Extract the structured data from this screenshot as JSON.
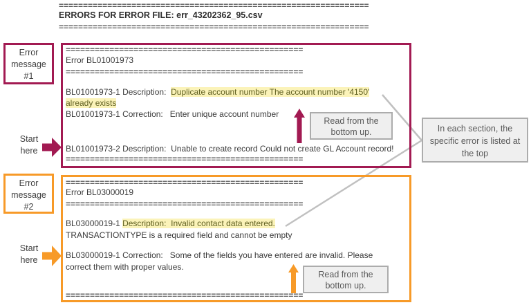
{
  "colors": {
    "maroon": "#A21A52",
    "orange": "#F79A28",
    "highlight": "#FBF3B9",
    "highlight_text": "#5E5E20",
    "text": "#3A3A3A",
    "separator_text": "#5A5A5A",
    "note_fill": "#EFEFEF",
    "note_border": "#ACACAC",
    "note_text": "#595959",
    "connector": "#C0C0C0",
    "label_text": "#404040"
  },
  "separators": {
    "header": "================================================================",
    "section": "================================================="
  },
  "header": {
    "title": "ERRORS FOR ERROR FILE: err_43202362_95.csv"
  },
  "box1": {
    "title": "Error BL01001973",
    "desc1_prefix": "BL01001973-1 Description:  ",
    "desc1_highlight": "Duplicate account number The account number '4150'",
    "desc1_line2_highlight": "already exists",
    "correction": "BL01001973-1 Correction:   Enter unique account number",
    "desc2": "BL01001973-2 Description:  Unable to create record Could not create GL Account record!"
  },
  "box2": {
    "title": "Error BL03000019",
    "desc_prefix": "BL03000019-1 ",
    "desc_highlight": "Description:  Invalid contact data entered.",
    "desc_line2": "TRANSACTIONTYPE is a required field and cannot be empty",
    "corr_line1": "BL03000019-1 Correction:   Some of the fields you have entered are invalid. Please",
    "corr_line2": "correct them with proper values."
  },
  "annotations": {
    "label1": {
      "lines": [
        "Error",
        "message",
        "#1"
      ]
    },
    "label2": {
      "lines": [
        "Error",
        "message",
        "#2"
      ]
    },
    "start_here": {
      "lines": [
        "Start",
        "here"
      ]
    },
    "read_note": "Read from the bottom up.",
    "section_note": "In each section, the specific error is listed at the top"
  }
}
